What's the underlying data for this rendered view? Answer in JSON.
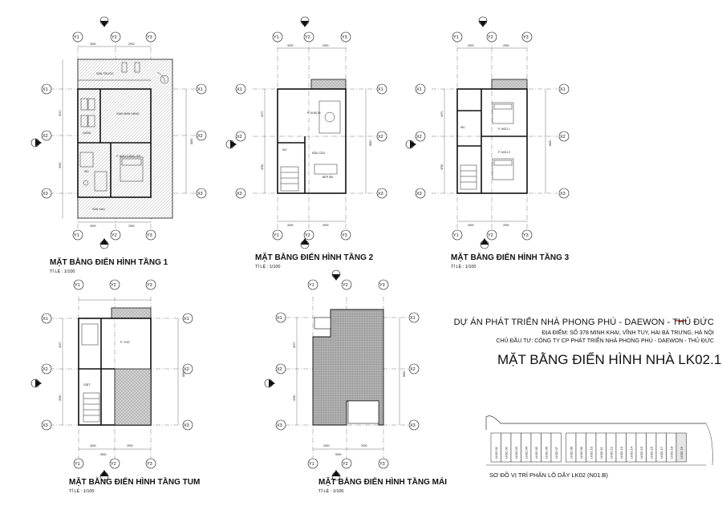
{
  "floors": [
    {
      "title": "MẶT BẰNG ĐIỂN HÌNH TẦNG 1",
      "scale": "TỈ LỆ : 1/100",
      "rooms": [
        "SÂN TRƯỚC",
        "GARA",
        "GIAN BÁN HÀNG",
        "WC",
        "P. NGỦ CÔNG SỞ",
        "SÂN SAU"
      ]
    },
    {
      "title": "MẶT BẰNG ĐIỂN HÌNH TẦNG 2",
      "scale": "TỈ LỆ : 1/100",
      "rooms": [
        "P. KHÁCH",
        "WC",
        "ĐẦU CẦU",
        "BẾP ĂN"
      ]
    },
    {
      "title": "MẶT BẰNG ĐIỂN HÌNH TẦNG 3",
      "scale": "TỈ LỆ : 1/100",
      "rooms": [
        "P. NGỦ 1",
        "WC",
        "P. NGỦ 2"
      ]
    },
    {
      "title": "MẶT BẰNG ĐIỂN HÌNH TẦNG TUM",
      "scale": "TỈ LỆ : 1/100",
      "rooms": [
        "P. THỜ",
        "GIẶT"
      ]
    },
    {
      "title": "MẶT BẰNG ĐIỂN HÌNH TẦNG MÁI",
      "scale": "TỈ LỆ : 1/100",
      "rooms": []
    }
  ],
  "grid": {
    "columns": [
      "Y1",
      "Y2",
      "Y3"
    ],
    "rows": [
      "X1",
      "X2",
      "X3"
    ],
    "dims": [
      "3000",
      "2900",
      "4070",
      "4780",
      "8850",
      "5900"
    ]
  },
  "project": {
    "name": "DỰ ÁN PHÁT TRIỂN NHÀ PHONG PHÚ - DAEWON - THỦ ĐỨC",
    "address": "ĐỊA ĐIỂM: SỐ 378 MINH KHAI, VĨNH TUY, HAI BÀ TRƯNG, HÀ NỘI",
    "investor": "CHỦ ĐẦU TƯ: CÔNG TY CP PHÁT TRIỂN NHÀ PHONG PHÚ - DAEWON - THỦ ĐỨC",
    "drawing_title": "MẶT BẰNG ĐIỂN HÌNH NHÀ LK02.19"
  },
  "site_map": {
    "caption": "SƠ ĐỒ VỊ TRÍ PHÂN LÔ DÃY LK02 (N01.B)",
    "lots": [
      "LK02.01",
      "LK02.02",
      "LK02.03",
      "LK02.04",
      "LK02.05",
      "LK02.06",
      "LK02.07",
      "LK02.08",
      "LK02.09",
      "LK02.10",
      "LK02.11",
      "LK02.12",
      "LK02.13",
      "LK02.14",
      "LK02.15",
      "LK02.16",
      "LK02.17",
      "LK02.18",
      "LK02.19"
    ],
    "highlight_lot": "LK02.19"
  },
  "colors": {
    "hatch": "#b9b9b9",
    "roof": "#a9a9a9",
    "accent": "#c0392b"
  }
}
